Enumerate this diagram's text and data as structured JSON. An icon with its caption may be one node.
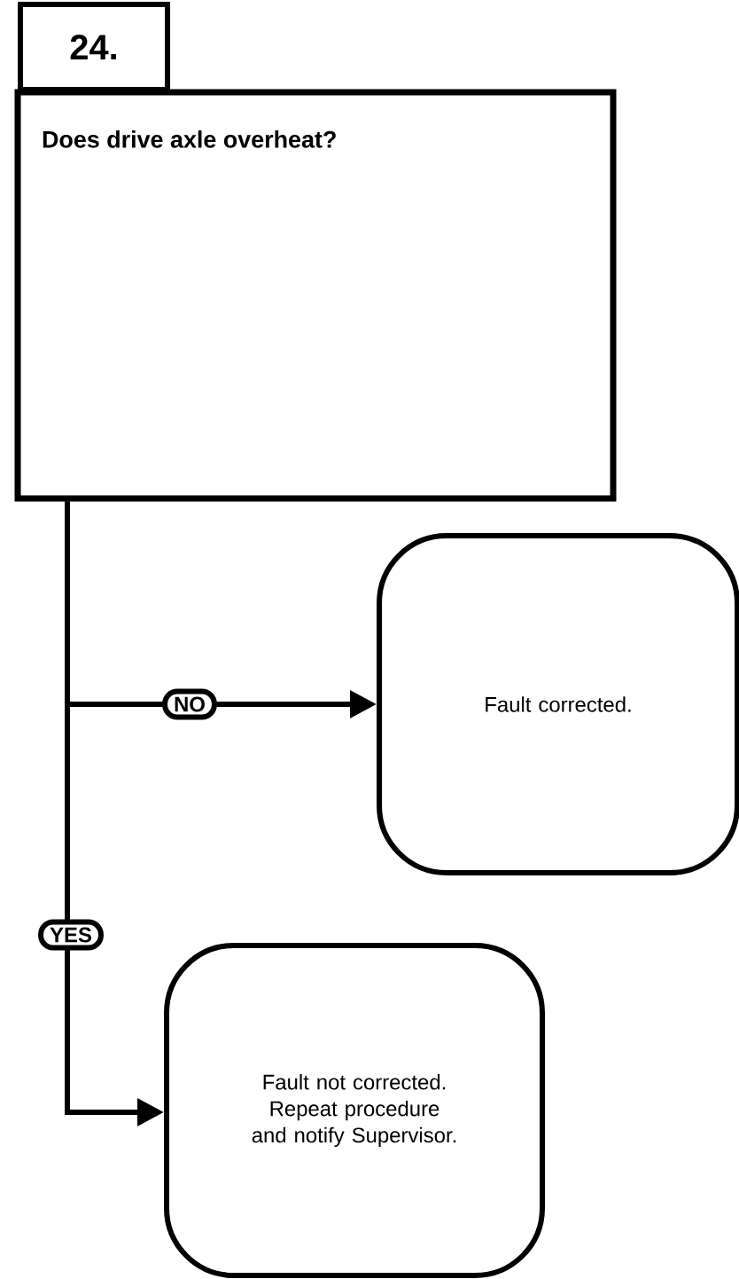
{
  "diagram": {
    "nodes": [
      {
        "text": [
          "24.",
          "Does drive axle overheat?"
        ]
      },
      {
        "text": [
          "Fault corrected."
        ]
      },
      {
        "text": [
          "Fault not corrected. Repeat procedure and notify Supervisor."
        ]
      }
    ],
    "edges": [
      {
        "from": 0,
        "to": 1,
        "arrow": "to",
        "label": "NO"
      },
      {
        "from": 0,
        "to": 2,
        "arrow": "to",
        "label": "YES"
      }
    ]
  }
}
